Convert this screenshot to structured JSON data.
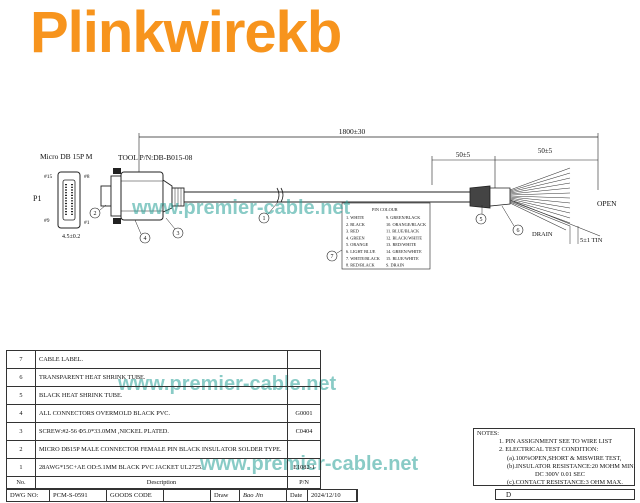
{
  "brand": {
    "logo": "Plinkwirekb"
  },
  "watermark": "www.premier-cable.net",
  "drawing": {
    "length_dim": "1800±30",
    "dim_a": "50±5",
    "dim_b": "50±5",
    "connector_label": "Micro DB 15P M",
    "tool_pn": "TOOL P/N:DB-B015-08",
    "p1": "P1",
    "pin15": "#15",
    "pin8": "#8",
    "pin9": "#9",
    "pin1": "#1",
    "dim_small": "4.5±0.2",
    "open": "OPEN",
    "drain": "DRAIN",
    "tin": "5±1 TIN",
    "callouts": [
      "1",
      "2",
      "3",
      "4",
      "5",
      "6",
      "7"
    ]
  },
  "pin_colour": {
    "header": "PIN   COLOUR",
    "left": [
      "1. WHITE",
      "2. BLACK",
      "3. RED",
      "4. GREEN",
      "5. ORANGE",
      "6. LIGHT BLUE",
      "7. WHITE/BLACK",
      "8. RED/BLACK"
    ],
    "right": [
      "9. GREEN/BLACK",
      "10. ORANGE/BLACK",
      "11. BLUE/BLACK",
      "12. BLACK/WHITE",
      "13. RED/WHITE",
      "14. GREEN/WHITE",
      "15. BLUE/WHITE",
      "S. DRAIN"
    ]
  },
  "bom": {
    "rows": [
      {
        "no": "7",
        "desc": "CABLE LABEL.",
        "pn": ""
      },
      {
        "no": "6",
        "desc": "TRANSPARENT HEAT SHRINK TUBE.",
        "pn": ""
      },
      {
        "no": "5",
        "desc": "BLACK HEAT SHRINK TUBE.",
        "pn": ""
      },
      {
        "no": "4",
        "desc": "ALL CONNECTORS OVERMOLD BLACK PVC.",
        "pn": "G0001"
      },
      {
        "no": "3",
        "desc": "SCREW:#2-56 Φ5.0*33.0MM ,NICKEL PLATED.",
        "pn": "C0404"
      },
      {
        "no": "2",
        "desc": "MICRO DB15P MALE CONNECTOR FEMALE PIN BLACK INSULATOR SOLDER TYPE.",
        "pn": ""
      },
      {
        "no": "1",
        "desc": "28AWG*15C+AE OD:5.1MM BLACK PVC JACKET UL2725.",
        "pn": "E1082-1"
      }
    ],
    "header": {
      "no": "No.",
      "desc": "Description",
      "pn": "P/N"
    }
  },
  "title_block": {
    "dwg_no_label": "DWG NO:",
    "dwg_no": "PCM-S-0591",
    "goods_code": "GOODS CODE",
    "draw": "Draw",
    "drawer": "Bao Jin",
    "date_label": "Date",
    "date": "2024/12/10",
    "rev": "D"
  },
  "notes": {
    "title": "NOTES:",
    "lines": [
      "1. PIN ASSIGNMENT SEE TO WIRE LIST",
      "2. ELECTRICAL TEST CONDITION:",
      "(a).100%OPEN,SHORT & MISWIRE TEST,",
      "(b).INSULATOR RESISTANCE:20 MOHM MIN.",
      "DC 300V 0.01 SEC",
      "(c).CONTACT RESISTANCE:3 OHM MAX."
    ]
  }
}
